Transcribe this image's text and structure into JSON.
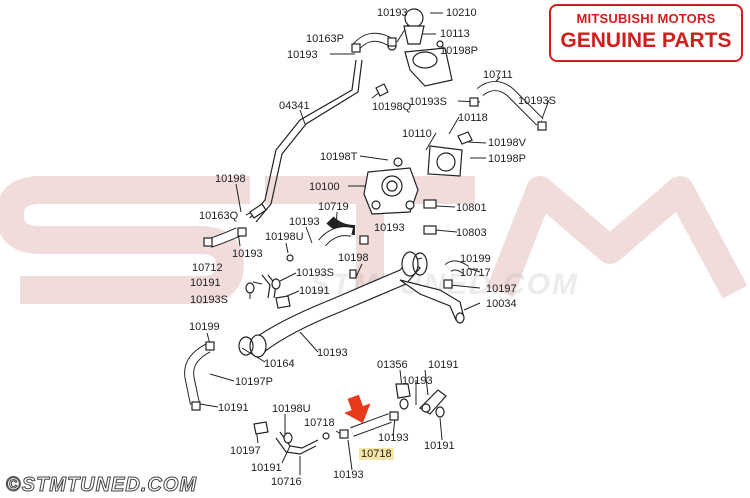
{
  "brand": {
    "line1": "MITSUBISHI MOTORS",
    "line2": "GENUINE PARTS",
    "color": "#d31d1d"
  },
  "watermark": {
    "text": "STMTUNED.COM"
  },
  "footer": {
    "copyright": "©",
    "site": "STMTUNED.COM"
  },
  "highlight": {
    "part": "10718",
    "arrow_color": "#e8391c"
  },
  "labels": [
    "10193",
    "10210",
    "10113",
    "10198P",
    "10163P",
    "10193",
    "10711",
    "10193S",
    "10193S",
    "04341",
    "10198Q",
    "10118",
    "10110",
    "10198V",
    "10198T",
    "10198P",
    "10198",
    "10100",
    "10801",
    "10719",
    "10163Q",
    "10193",
    "10193",
    "10803",
    "10198U",
    "10193",
    "10199",
    "10198",
    "10712",
    "10717",
    "10191",
    "10193S",
    "10197",
    "10191",
    "10193S",
    "10034",
    "10193",
    "10199",
    "10164",
    "10197P",
    "01356",
    "10191",
    "10193",
    "10191",
    "10198U",
    "10718",
    "10193",
    "10197",
    "10191",
    "10191",
    "10716",
    "10193"
  ]
}
